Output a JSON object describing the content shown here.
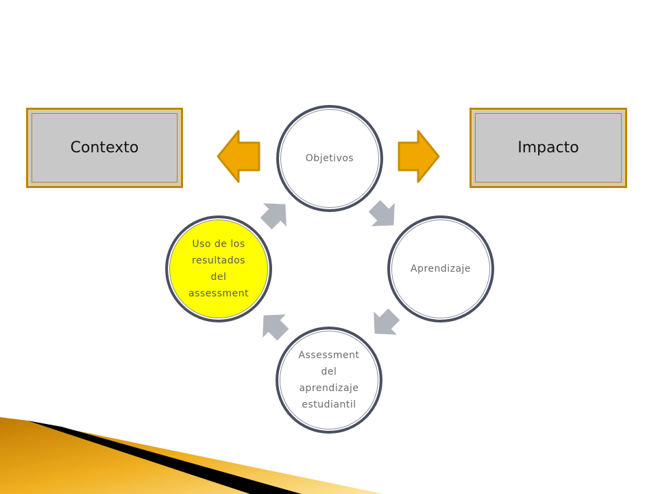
{
  "diagram": {
    "left_box": {
      "label": "Contexto"
    },
    "right_box": {
      "label": "Impacto"
    },
    "cycle": [
      {
        "id": "objetivos",
        "label": "Objetivos",
        "highlighted": false
      },
      {
        "id": "aprendizaje",
        "label": "Aprendizaje",
        "highlighted": false
      },
      {
        "id": "assessment",
        "label": "Assessment\ndel\naprendizaje\nestudiantil",
        "highlighted": false
      },
      {
        "id": "uso",
        "label": "Uso de los\nresultados\ndel\nassessment",
        "highlighted": true
      }
    ]
  },
  "colors": {
    "box_fill": "#c8c8c8",
    "box_border": "#b8860b",
    "side_arrow": "#f0a800",
    "cycle_arrow": "#b0b4bc",
    "circle_border": "#4a5060",
    "highlight_fill": "#ffff00"
  }
}
